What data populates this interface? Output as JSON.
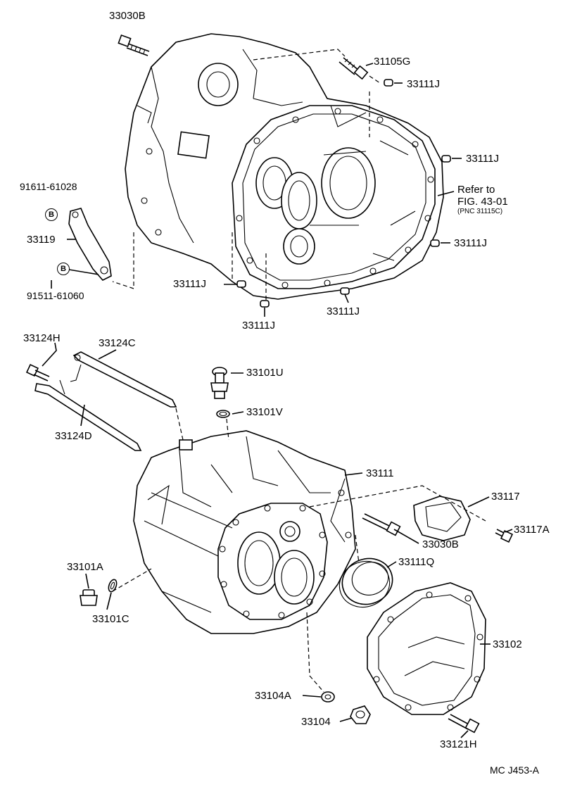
{
  "labels": {
    "p33030B_top": "33030B",
    "p31105G": "31105G",
    "p33111J_a": "33111J",
    "p33111J_b": "33111J",
    "p33111J_c": "33111J",
    "p33111J_d": "33111J",
    "p33111J_e": "33111J",
    "p33111J_f": "33111J",
    "p91611": "91611-61028",
    "p33119": "33119",
    "p91511": "91511-61060",
    "refer_line1": "Refer to",
    "refer_line2": "FIG. 43-01",
    "refer_line3": "(PNC 31115C)",
    "p33124H": "33124H",
    "p33124C": "33124C",
    "p33124D": "33124D",
    "p33101U": "33101U",
    "p33101V": "33101V",
    "p33111": "33111",
    "p33117": "33117",
    "p33117A": "33117A",
    "p33030B_bottom": "33030B",
    "p33111Q": "33111Q",
    "p33101A": "33101A",
    "p33101C": "33101C",
    "p33102": "33102",
    "p33104A": "33104A",
    "p33104": "33104",
    "p33121H": "33121H",
    "diagram_code": "MC J453-A"
  },
  "badges": {
    "b1": "B",
    "b2": "B"
  }
}
